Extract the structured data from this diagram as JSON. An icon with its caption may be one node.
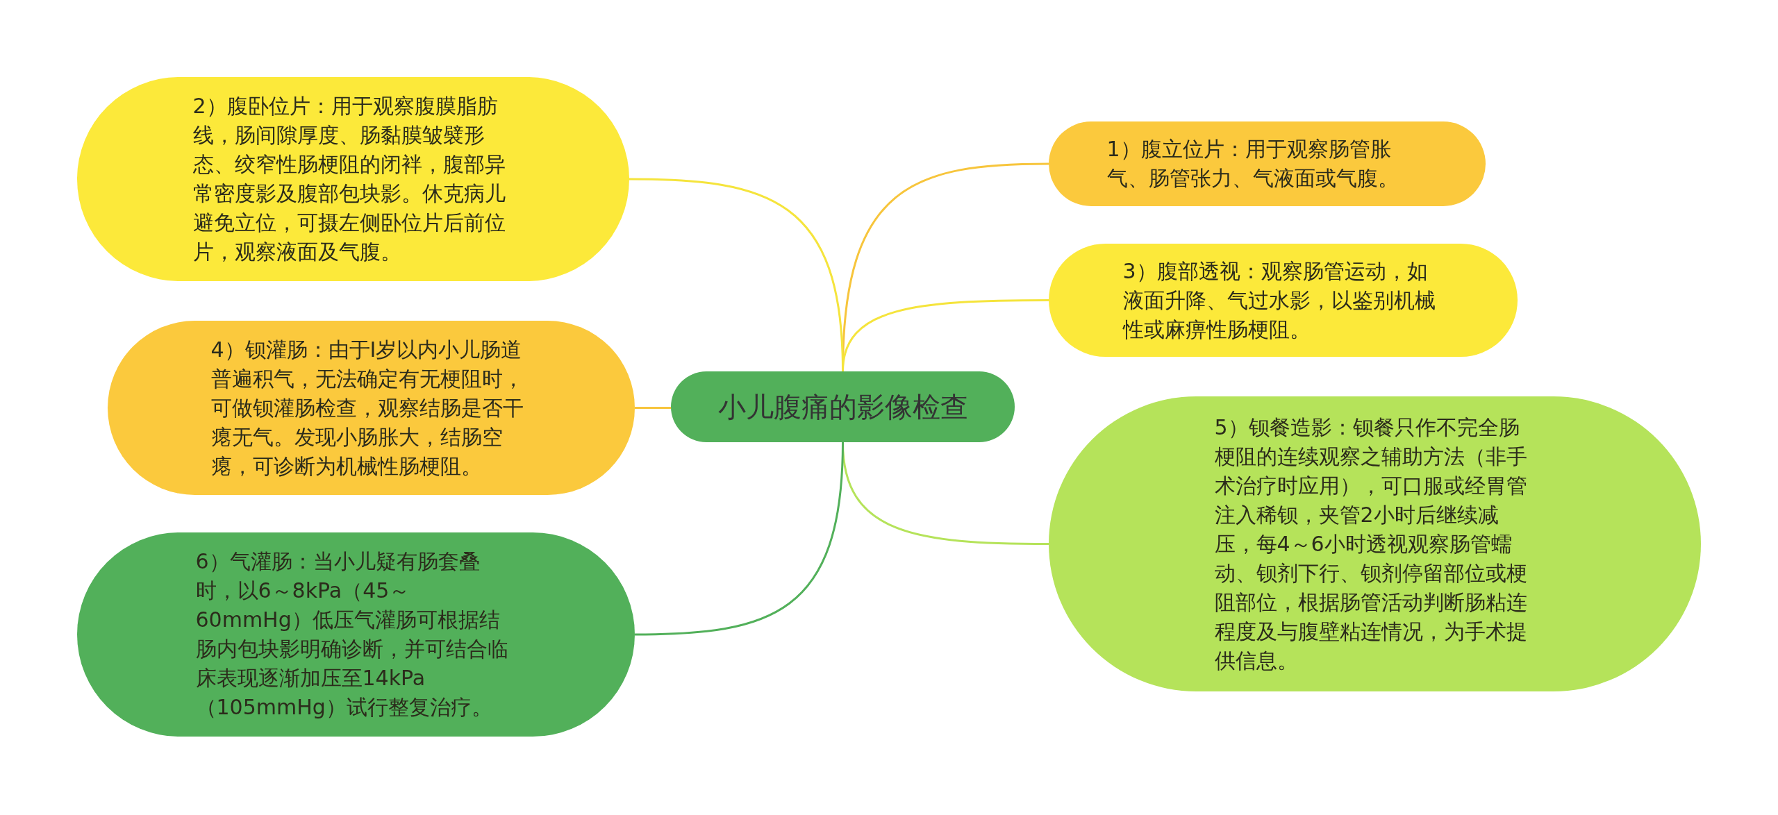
{
  "diagram": {
    "nodes": [
      {
        "text": [
          "小儿腹痛的影像检查"
        ]
      },
      {
        "text": [
          "1）腹立位片：用于观察肠管胀气、肠管张力、气液面或气腹。"
        ]
      },
      {
        "text": [
          "2）腹卧位片：用于观察腹膜脂肪线，肠间隙厚度、肠黏膜皱襞形态、绞窄性肠梗阻的闭袢，腹部异常密度影及腹部包块影。休克病儿避免立位，可摄左侧卧位片后前位片，观察液面及气腹。"
        ]
      },
      {
        "text": [
          "3）腹部透视：观察肠管运动，如液面升降、气过水影，以鉴别机械性或麻痹性肠梗阻。"
        ]
      },
      {
        "text": [
          "4）钡灌肠：由于I岁以内小儿肠道普遍积气，无法确定有无梗阻时，可做钡灌肠检查，观察结肠是否干瘪无气。发现小肠胀大，结肠空瘪，可诊断为机械性肠梗阻。"
        ]
      },
      {
        "text": [
          "5）钡餐造影：钡餐只作不完全肠梗阻的连续观察之辅助方法（非手术治疗时应用），可口服或经胃管注入稀钡，夹管2小时后继续减压，每4～6小时透视观察肠管蠕动、钡剂下行、钡剂停留部位或梗阻部位，根据肠管活动判断肠粘连程度及与腹壁粘连情况，为手术提供信息。"
        ]
      },
      {
        "text": [
          "6）气灌肠：当小儿疑有肠套叠时，以6～8kPa（45～60mmHg）低压气灌肠可根据结肠内包块影明确诊断，并可结合临床表现逐渐加压至14kPa（105mmHg）试行整复治疗。"
        ]
      }
    ],
    "edges": [
      {
        "from": 0,
        "to": 1,
        "arrow": "none",
        "color": "#f7c53c"
      },
      {
        "from": 0,
        "to": 2,
        "arrow": "none",
        "color": "#f5e43c"
      },
      {
        "from": 0,
        "to": 3,
        "arrow": "none",
        "color": "#f5e43c"
      },
      {
        "from": 0,
        "to": 4,
        "arrow": "none",
        "color": "#f7c53c"
      },
      {
        "from": 0,
        "to": 5,
        "arrow": "none",
        "color": "#b5e35a"
      },
      {
        "from": 0,
        "to": 6,
        "arrow": "none",
        "color": "#52b05a"
      }
    ]
  }
}
